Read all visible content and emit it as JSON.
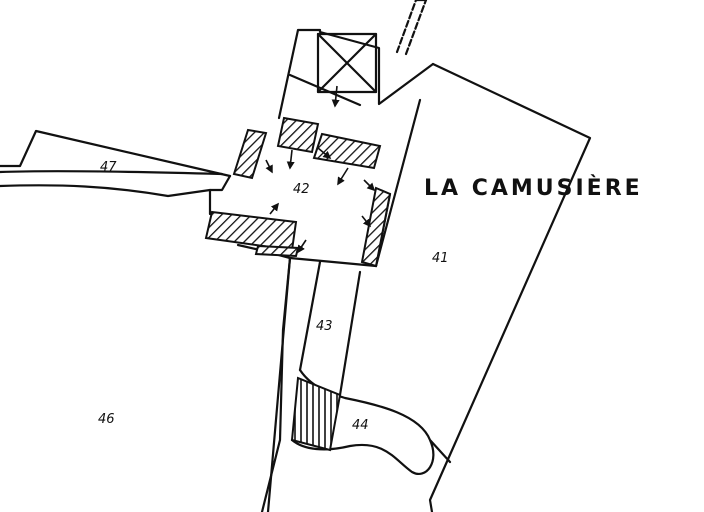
{
  "map": {
    "place_name": "LA CAMUSIÈRE",
    "parcels": [
      {
        "id": "47",
        "label": "47"
      },
      {
        "id": "42",
        "label": "42"
      },
      {
        "id": "41",
        "label": "41"
      },
      {
        "id": "43",
        "label": "43"
      },
      {
        "id": "44",
        "label": "44"
      },
      {
        "id": "46",
        "label": "46"
      }
    ],
    "colors": {
      "ink": "#111111",
      "paper": "#ffffff"
    }
  }
}
